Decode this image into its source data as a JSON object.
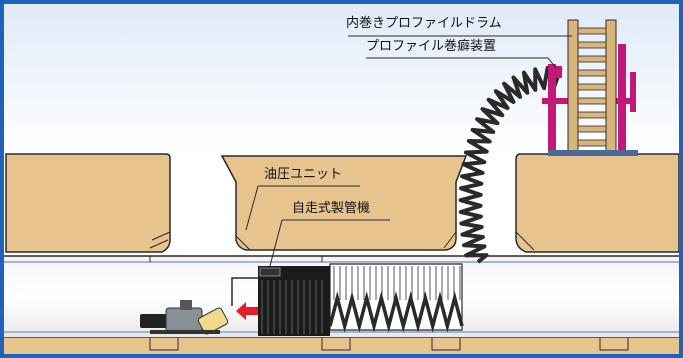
{
  "labels": {
    "inner_drum": "内巻きプロファイルドラム",
    "reel_device": "プロファイル巻癖装置",
    "hydraulic_unit": "油圧ユニット",
    "pipe_machine": "自走式製管機"
  },
  "colors": {
    "frame_blue": "#1e63b8",
    "soil": "#e7c48d",
    "soil_edge": "#2a2a2a",
    "sky_top": "#e9f2fb",
    "pipe_stripe": "#9fb6cc",
    "spring": "#2a2a2a",
    "drum_wood": "#d9b57c",
    "drum_pink": "#c2187a",
    "arrow_red": "#e3202a",
    "machine_gray": "#8a8f96",
    "machine_dark": "#222222",
    "valve_yellow": "#f0d98a"
  },
  "icons": {
    "direction_arrow": "left-arrow",
    "drum": "profile-drum",
    "unit": "hydraulic-unit"
  }
}
